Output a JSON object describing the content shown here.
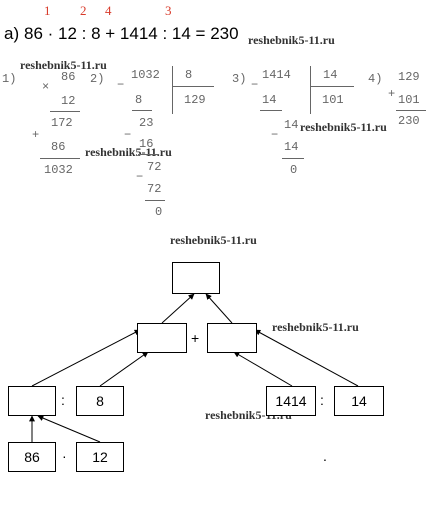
{
  "order_marks": [
    "1",
    "2",
    "4",
    "3"
  ],
  "equation": {
    "label": "а)",
    "expression": "86 · 12 : 8 + 1414 : 14 = 230"
  },
  "watermark": "reshebnik5-11.ru",
  "calc1": {
    "num": "1)",
    "sign": "×",
    "a": "86",
    "b": "12",
    "sign2": "+",
    "p1": "172",
    "p2": "86",
    "result": "1032"
  },
  "calc2": {
    "num": "2)",
    "sign": "−",
    "dividend": "1032",
    "divisor": "8",
    "quotient": "129",
    "s1": "8",
    "r1": "23",
    "s2": "16",
    "r2": "72",
    "s3": "72",
    "rem": "0"
  },
  "calc3": {
    "num": "3)",
    "sign": "−",
    "dividend": "1414",
    "divisor": "14",
    "quotient": "101",
    "s1": "14",
    "r1": "14",
    "s2": "14",
    "rem": "0"
  },
  "calc4": {
    "num": "4)",
    "sign": "+",
    "a": "129",
    "b": "101",
    "result": "230"
  },
  "tree": {
    "plus": "+",
    "colon": ":",
    "dot": "·",
    "left_divisor": "8",
    "right_dividend": "1414",
    "right_divisor": "14",
    "factor1": "86",
    "factor2": "12",
    "stray_dot": "."
  }
}
